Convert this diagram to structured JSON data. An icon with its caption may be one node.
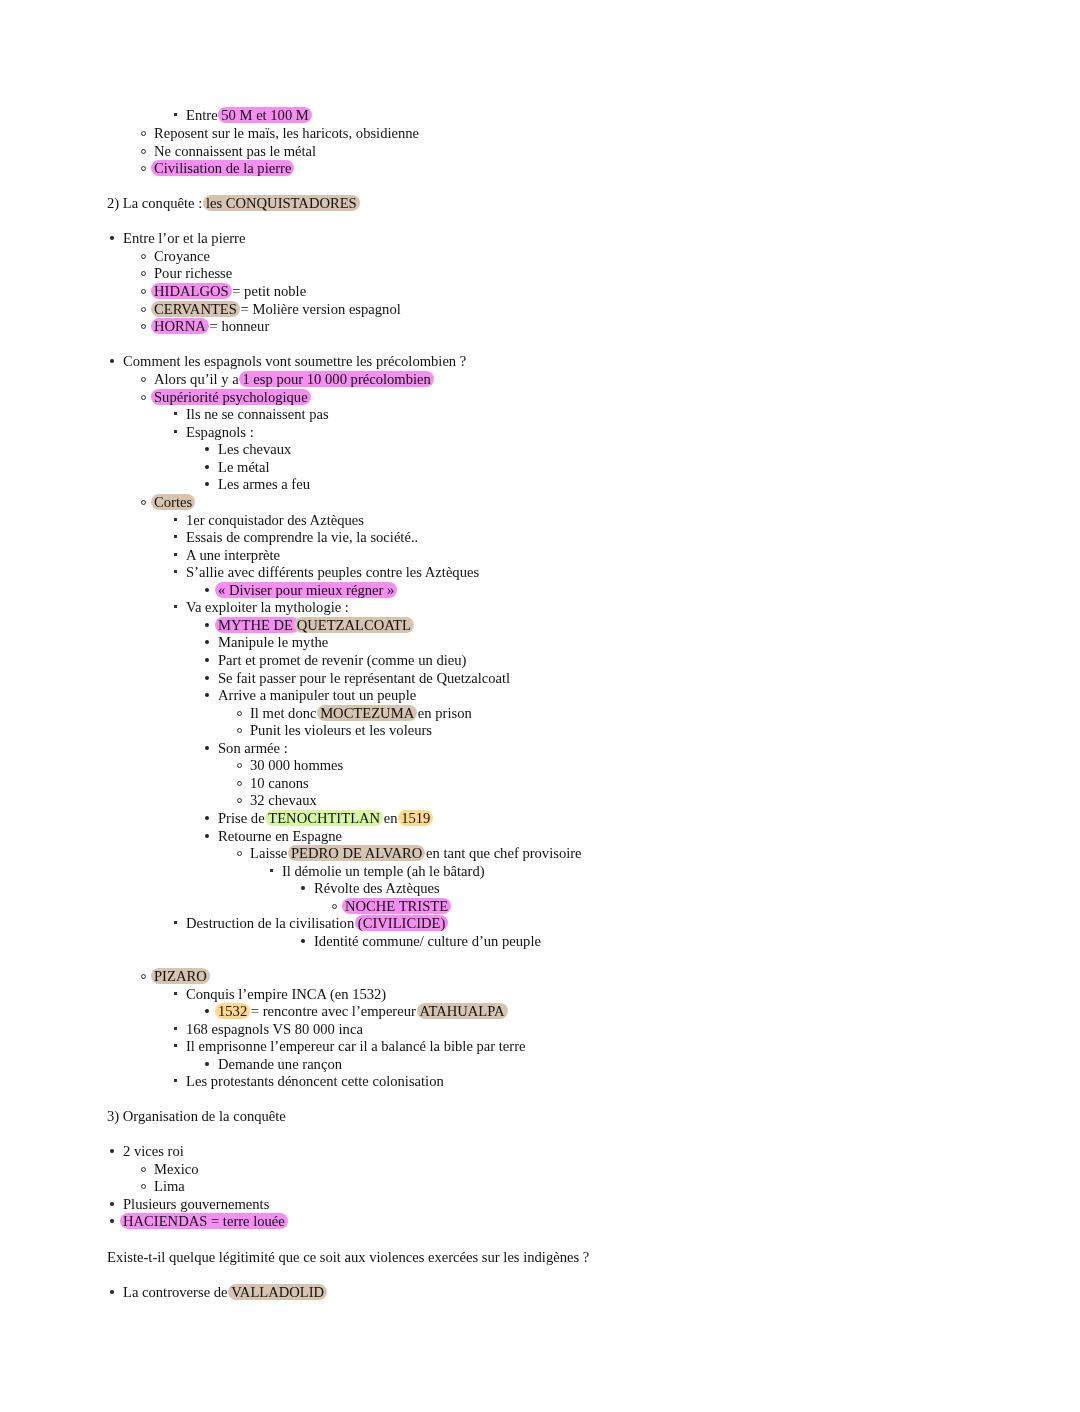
{
  "diagram": {
    "labels": [
      "Entre 50 M et 100 M",
      "Reposent sur le maïs, les haricots, obsidienne",
      "Ne connaissent pas le métal",
      "Civilisation de la pierre",
      "2) La conquête : les CONQUISTADORES",
      "Entre l’or et la pierre",
      "Croyance",
      "Pour richesse",
      "HIDALGOS = petit noble",
      "CERVANTES = Molière version espagnol",
      "HORNA = honneur",
      "Comment les espagnols vont soumettre les précolombien ?",
      "Alors qu’il y a 1 esp pour 10 000 précolombien",
      "Supériorité psychologique",
      "Ils ne se connaissent pas",
      "Espagnols :",
      "Les chevaux",
      "Le métal",
      "Les armes a feu",
      "Cortes",
      "1er conquistador des Aztèques",
      "Essais de comprendre la vie, la société..",
      "A une interprète",
      "S’allie avec différents peuples contre les Aztèques",
      "« Diviser pour mieux régner »",
      "Va exploiter la mythologie :",
      "MYTHE DE QUETZALCOATL",
      "Manipule le mythe",
      "Part et promet de revenir (comme un dieu)",
      "Se fait passer pour le représentant de Quetzalcoatl",
      "Arrive a manipuler tout un peuple",
      "Il met donc MOCTEZUMA en prison",
      "Punit les violeurs et les voleurs",
      "Son armée :",
      "30 000 hommes",
      "10 canons",
      "32 chevaux",
      "Prise de TENOCHTITLAN en 1519",
      "Retourne en Espagne",
      "Laisse PEDRO DE ALVARO en tant que chef provisoire",
      "Il démolie un temple (ah le bâtard)",
      "Révolte des Aztèques",
      "NOCHE TRISTE",
      "Destruction de la civilisation (CIVILICIDE)",
      "Identité commune/ culture d’un peuple",
      "PIZARO",
      "Conquis l’empire INCA (en 1532)",
      "1532 = rencontre avec l’empereur ATAHUALPA",
      "168 espagnols VS 80 000 inca",
      "Il emprisonne l’empereur car il a balancé la bible par terre",
      "Demande une rançon",
      "Les protestants dénoncent cette colonisation",
      "3) Organisation de la conquête",
      "2 vices roi",
      "Mexico",
      "Lima",
      "Plusieurs gouvernements",
      "HACIENDAS = terre louée",
      "Existe-t-il quelque légitimité que ce soit aux violences exercées sur les indigènes ?",
      "La controverse de VALLADOLID"
    ]
  }
}
